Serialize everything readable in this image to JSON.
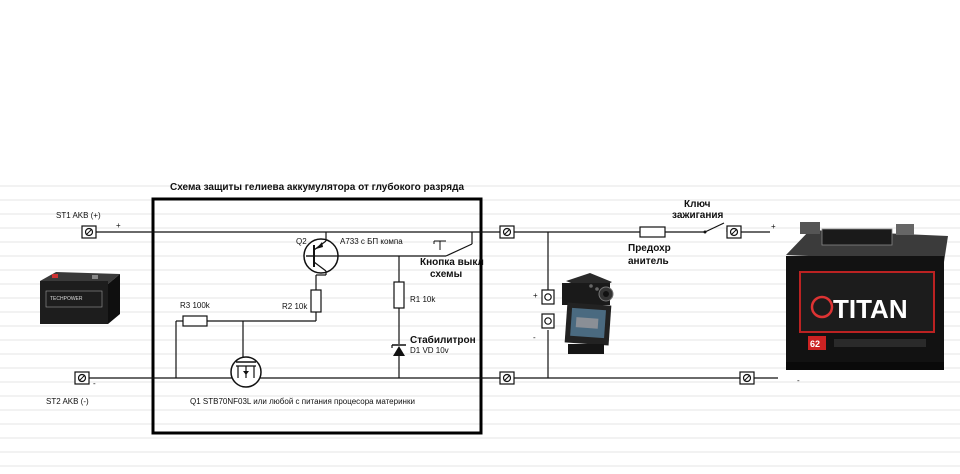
{
  "diagram": {
    "title": "Схема защиты гелиева аккумулятора от глубокого разряда",
    "terminals": {
      "st1": "ST1 AKB (+)",
      "st2": "ST2 AKB (-)",
      "st1_sign": "+",
      "st2_sign": "-",
      "right_plus": "+",
      "right_minus": "-",
      "mid_plus": "+",
      "mid_minus": "-"
    },
    "components": {
      "q2": "Q2",
      "q2_desc": "A733 с БП компа",
      "button_l1": "Кнопка выкл",
      "button_l2": "схемы",
      "r3": "R3 100k",
      "r2": "R2 10k",
      "r1": "R1 10k",
      "zener_l1": "Стабилитрон",
      "zener_l2": "D1 VD 10v",
      "q1": "Q1  STB70NF03L или любой с питания процесора материнки",
      "fuse_l1": "Предохр",
      "fuse_l2": "анитель",
      "key_l1": "Ключ",
      "key_l2": "зажигания"
    },
    "battery_small": {
      "brand": "TECHPOWER"
    },
    "battery_large": {
      "brand": "TITAN",
      "badge": "62"
    }
  }
}
